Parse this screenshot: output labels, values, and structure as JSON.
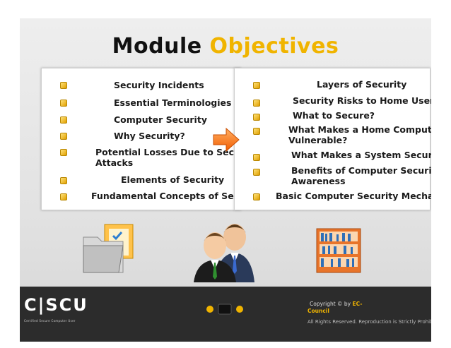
{
  "title": {
    "main": "Module ",
    "accent": "Objectives"
  },
  "left_items": [
    "Security Incidents",
    "Essential Terminologies",
    "Computer Security",
    "Why Security?",
    "Potential Losses Due to Security",
    "Attacks",
    "Elements of Security",
    "Fundamental Concepts of Security"
  ],
  "right_items": [
    "Layers of Security",
    "Security Risks to Home Users",
    "What to Secure?",
    "What Makes a Home Computer",
    "Vulnerable?",
    "What Makes a System Secure?",
    "Benefits of Computer Security",
    "Awareness",
    "Basic Computer Security Mechanisms"
  ],
  "footer": {
    "logo": "C|SCU",
    "logo_tag": "Certified   Secure   Computer   User",
    "copyright": "Copyright © by",
    "brand": "EC-",
    "council": "Council",
    "rights": "All Rights Reserved. Reproduction is Strictly Prohibited."
  },
  "icons": [
    "arrow-right-icon",
    "folder-checklist-icon",
    "users-icon",
    "bookshelf-icon"
  ],
  "colors": {
    "accent": "#f0b400",
    "footer_bg": "#2c2c2c",
    "arrow": "#ff7a1a"
  }
}
